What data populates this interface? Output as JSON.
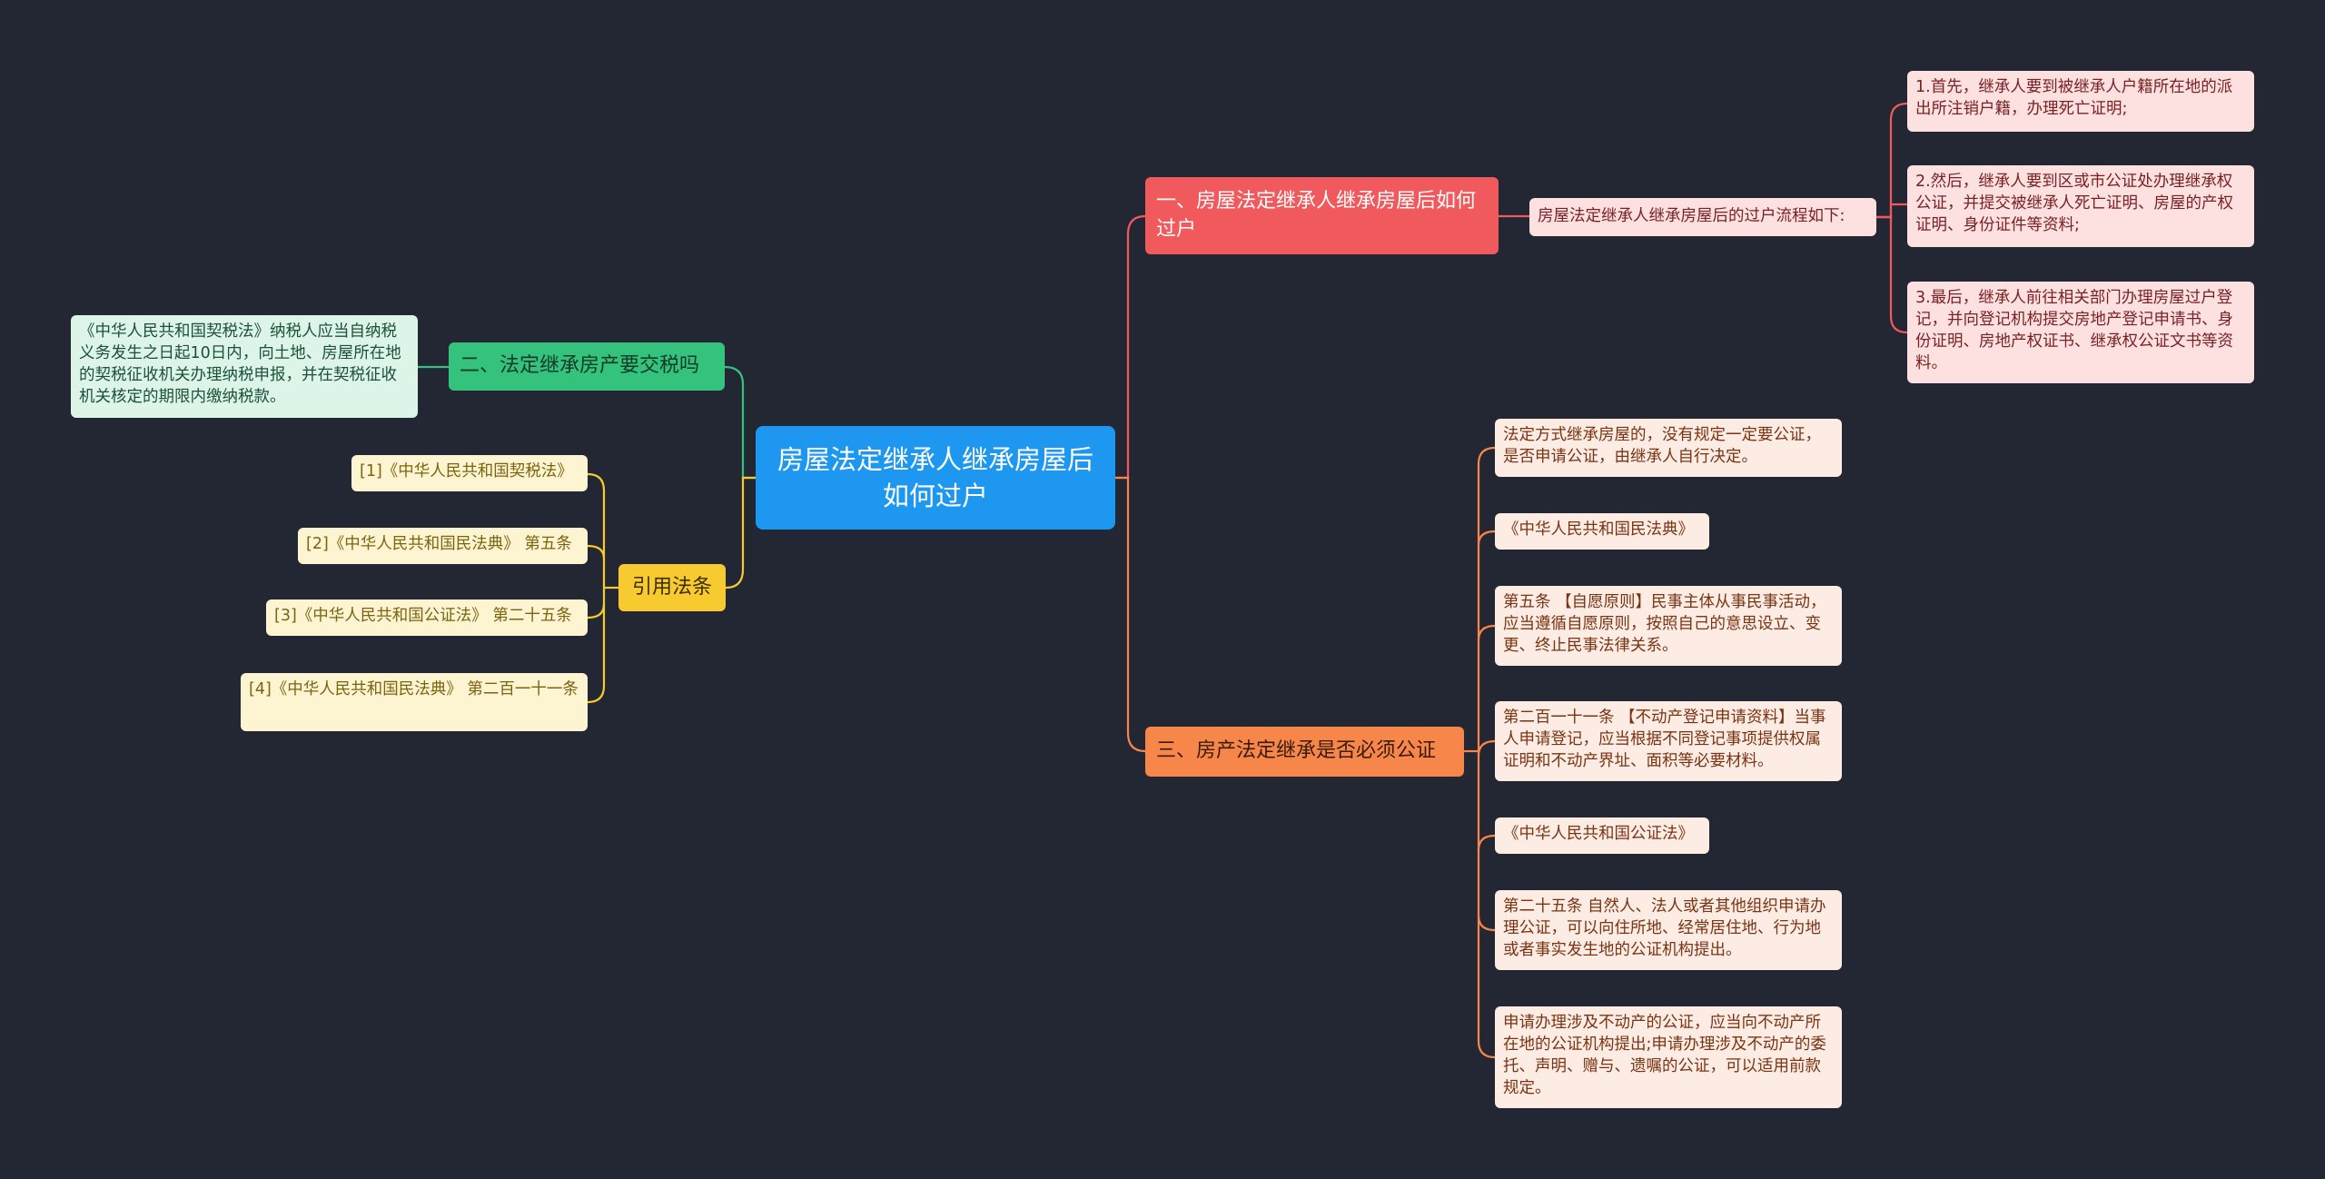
{
  "root": {
    "title": "房屋法定继承人继承房屋后如何过户"
  },
  "branch1": {
    "label": "一、房屋法定继承人继承房屋后如何过户",
    "summary": "房屋法定继承人继承房屋后的过户流程如下:",
    "steps": [
      "1.首先，继承人要到被继承人户籍所在地的派出所注销户籍，办理死亡证明;",
      "2.然后，继承人要到区或市公证处办理继承权公证，并提交被继承人死亡证明、房屋的产权证明、身份证件等资料;",
      "3.最后，继承人前往相关部门办理房屋过户登记，并向登记机构提交房地产登记申请书、身份证明、房地产权证书、继承权公证文书等资料。"
    ]
  },
  "branch2": {
    "label": "二、法定继承房产要交税吗",
    "detail": "《中华人民共和国契税法》纳税人应当自纳税义务发生之日起10日内，向土地、房屋所在地的契税征收机关办理纳税申报，并在契税征收机关核定的期限内缴纳税款。"
  },
  "branch3": {
    "label": "三、房产法定继承是否必须公证",
    "items": [
      "法定方式继承房屋的，没有规定一定要公证，是否申请公证，由继承人自行决定。",
      "《中华人民共和国民法典》",
      "第五条 【自愿原则】民事主体从事民事活动，应当遵循自愿原则，按照自己的意思设立、变更、终止民事法律关系。",
      "第二百一十一条 【不动产登记申请资料】当事人申请登记，应当根据不同登记事项提供权属证明和不动产界址、面积等必要材料。",
      "《中华人民共和国公证法》",
      "第二十五条 自然人、法人或者其他组织申请办理公证，可以向住所地、经常居住地、行为地或者事实发生地的公证机构提出。",
      "申请办理涉及不动产的公证，应当向不动产所在地的公证机构提出;申请办理涉及不动产的委托、声明、赠与、遗嘱的公证，可以适用前款规定。"
    ]
  },
  "branch4": {
    "label": "引用法条",
    "items": [
      "[1]《中华人民共和国契税法》",
      "[2]《中华人民共和国民法典》 第五条",
      "[3]《中华人民共和国公证法》 第二十五条",
      "[4]《中华人民共和国民法典》 第二百一十一条"
    ]
  },
  "colors": {
    "background": "#232733",
    "root": "#1e97f0",
    "branch1": "#f05a5d",
    "branch2": "#35c27c",
    "branch3": "#f7864b",
    "branch4": "#f7ca2f"
  }
}
